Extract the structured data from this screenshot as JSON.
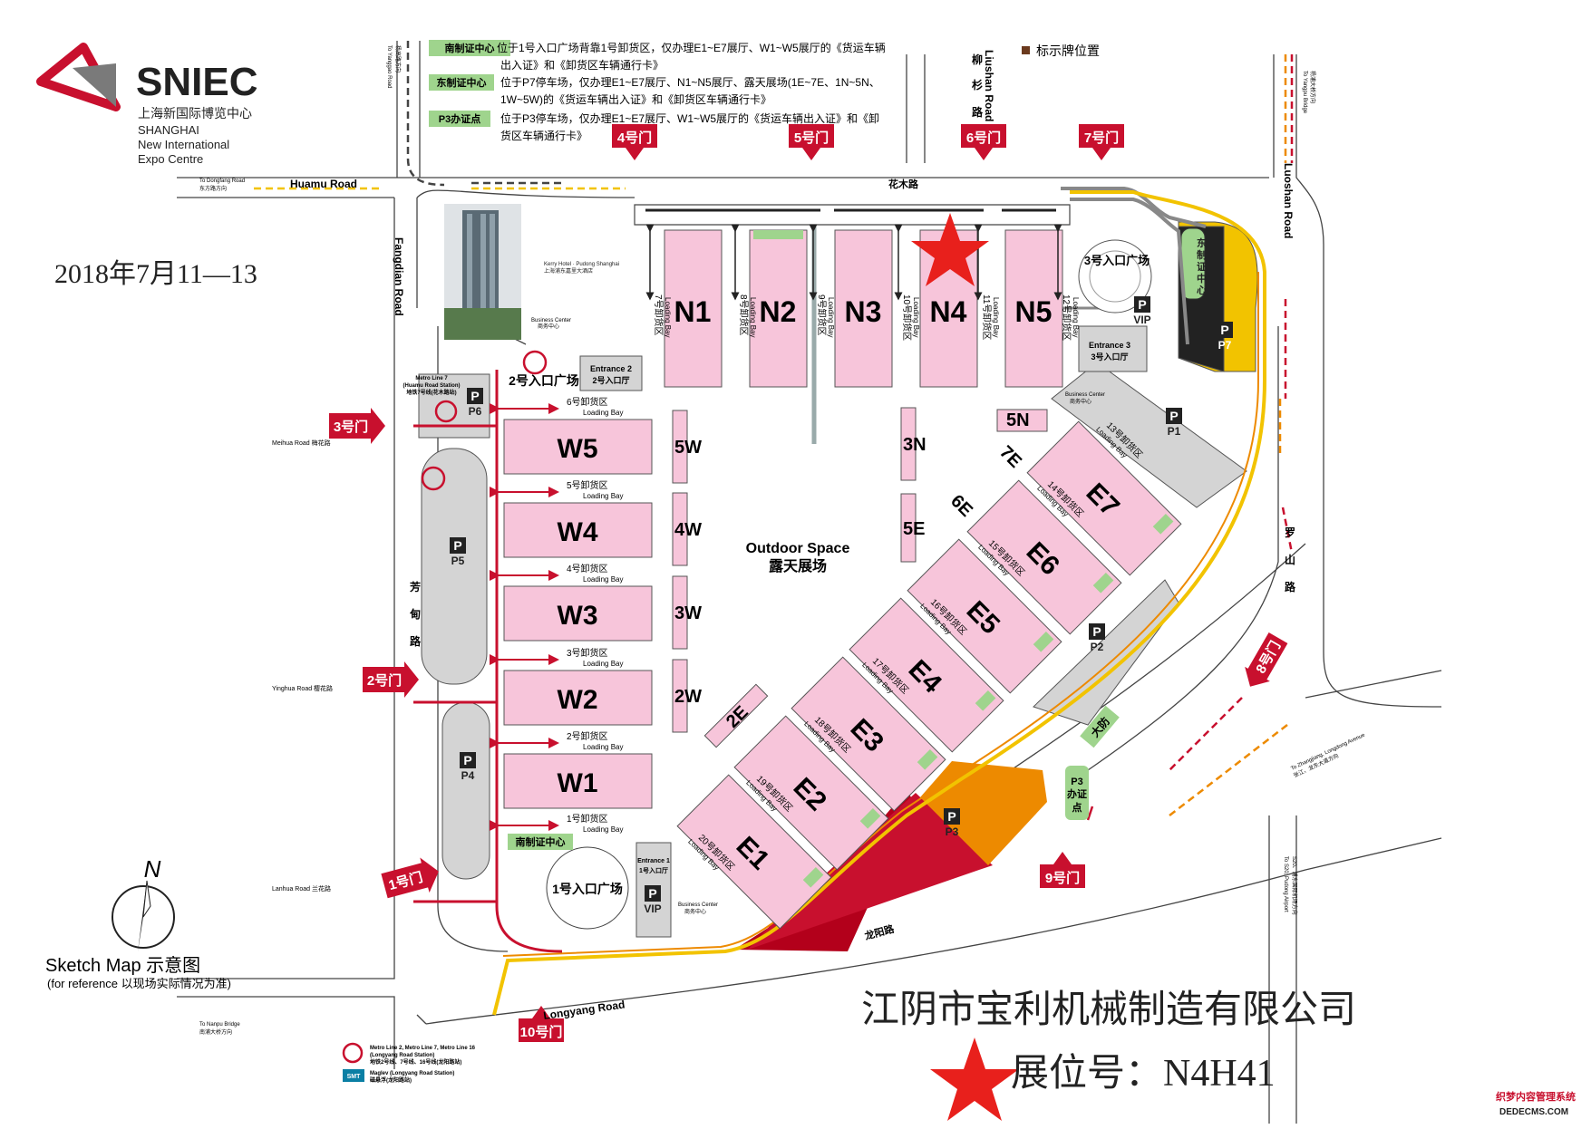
{
  "header": {
    "logo_text": "SNIEC",
    "logo_cn": "上海新国际博览中心",
    "logo_en": [
      "SHANGHAI",
      "New International",
      "Expo Centre"
    ],
    "event_date": "2018年7月11—13"
  },
  "legend": {
    "sign_label": "标示牌位置",
    "notes": [
      {
        "tag": "南制证中心",
        "lines": [
          "位于1号入口广场背靠1号卸货区，仅办理E1~E7展厅、W1~W5展厅的《货运车辆",
          "出入证》和《卸货区车辆通行卡》"
        ]
      },
      {
        "tag": "东制证中心",
        "lines": [
          "位于P7停车场，仅办理E1~E7展厅、N1~N5展厅、露天展场(1E~7E、1N~5N、",
          "1W~5W)的《货运车辆出入证》和《卸货区车辆通行卡》"
        ]
      },
      {
        "tag": "P3办证点",
        "lines": [
          "位于P3停车场，仅办理E1~E7展厅、W1~W5展厅的《货运车辆出入证》和《卸",
          "货区车辆通行卡》"
        ]
      }
    ]
  },
  "roads": {
    "huamu_en": "Huamu Road",
    "huamu_cn": "花木路",
    "to_dongfang": [
      "To Dongfang Road",
      "东方路方向"
    ],
    "to_yanggao": [
      "To Yanggao Road",
      "杨高路方向"
    ],
    "to_yangpu": [
      "To Yangpu Bridge",
      "杨浦大桥方向"
    ],
    "liushan_en": "Liushan Road",
    "liushan_cn": "柳杉路",
    "luoshan_en": "Luoshan Road",
    "luoshan_cn": "罗山路",
    "fangdian_en": "Fangdian Road",
    "fangdian_cn": "芳甸路",
    "meihua": "Meihua Road  梅花路",
    "yinghua": "Yinghua Road  樱花路",
    "lanhua": "Lanhua Road  兰花路",
    "longyang_en": "Longyang Road",
    "longyang_cn": "龙阳路",
    "to_nanpu": [
      "To Nanpu Bridge",
      "南浦大桥方向"
    ],
    "to_zhangjiang": [
      "To Zhangjiang, Longdong Avenue",
      "张江、龙东大道方向"
    ],
    "to_pudong": [
      "To S20, Pudong Airport",
      "S20、浦东国际机场方向"
    ]
  },
  "gates": [
    "1号门",
    "2号门",
    "3号门",
    "4号门",
    "5号门",
    "6号门",
    "7号门",
    "8号门",
    "9号门",
    "10号门"
  ],
  "halls": {
    "north": [
      "N1",
      "N2",
      "N3",
      "N4",
      "N5"
    ],
    "west": [
      "W5",
      "W4",
      "W3",
      "W2",
      "W1"
    ],
    "east": [
      "E7",
      "E6",
      "E5",
      "E4",
      "E3",
      "E2",
      "E1"
    ],
    "outdoor_w": [
      "5W",
      "4W",
      "3W",
      "2W"
    ],
    "outdoor_n": [
      "3N",
      "5E",
      "5N",
      "2E",
      "7E",
      "6E"
    ]
  },
  "loading_bays": {
    "north": [
      "7号卸货区",
      "8号卸货区",
      "9号卸货区",
      "10号卸货区",
      "11号卸货区",
      "12号卸货区"
    ],
    "west": [
      "6号卸货区",
      "5号卸货区",
      "4号卸货区",
      "3号卸货区",
      "2号卸货区",
      "1号卸货区"
    ],
    "east": [
      "13号卸货区",
      "14号卸货区",
      "15号卸货区",
      "16号卸货区",
      "17号卸货区",
      "18号卸货区",
      "19号卸货区",
      "20号卸货区"
    ],
    "en": "Loading Bay"
  },
  "places": {
    "outdoor_en": "Outdoor Space",
    "outdoor_cn": "露天展场",
    "entrance1": [
      "Entrance 1",
      "1号入口厅"
    ],
    "entrance2": [
      "Entrance 2",
      "2号入口厅"
    ],
    "entrance3": [
      "Entrance 3",
      "3号入口厅"
    ],
    "plaza1": "1号入口广场",
    "plaza2": "2号入口广场",
    "plaza3": "3号入口广场",
    "business": [
      "Business Center",
      "商务中心"
    ],
    "hotel": [
      "Kerry Hotel · Pudong Shanghai",
      "上海浦东嘉里大酒店"
    ],
    "metro7": [
      "Metro Line 7",
      "(Huamu Road Station)",
      "地铁7号线(花木路站)"
    ],
    "south_center": "南制证中心",
    "east_center": "东制证中心",
    "p3_office": "P3办证点",
    "fire": "大防",
    "parking": [
      "P1",
      "P2",
      "P3",
      "P4",
      "P5",
      "P6",
      "P7",
      "VIP"
    ],
    "parking_letter": "P"
  },
  "compass": {
    "letter": "N"
  },
  "sketch": {
    "title": "Sketch Map 示意图",
    "note": "(for reference 以现场实际情况为准)"
  },
  "bottom_legend": {
    "metro": [
      "Metro Line 2, Metro Line 7, Metro Line 16",
      "(Longyang Road Station)",
      "地铁2号线、7号线、16号线(龙阳路站)"
    ],
    "maglev": [
      "Maglev (Longyang Road Station)",
      "磁悬浮(龙阳路站)"
    ],
    "smt": "SMT"
  },
  "company": {
    "name": "江阴市宝利机械制造有限公司",
    "booth": "展位号：N4H41"
  },
  "watermark": [
    "织梦内容管理系统",
    "DEDECMS.COM"
  ],
  "colors": {
    "hall": "#f7c5da",
    "hall_stroke": "#555555",
    "gate": "#c8102e",
    "star": "#e8201c",
    "parking": "#d4d4d4",
    "road_gold": "#f2c300",
    "dark_red": "#b3001b",
    "orange": "#ed8a00",
    "green": "#9fd48d"
  }
}
